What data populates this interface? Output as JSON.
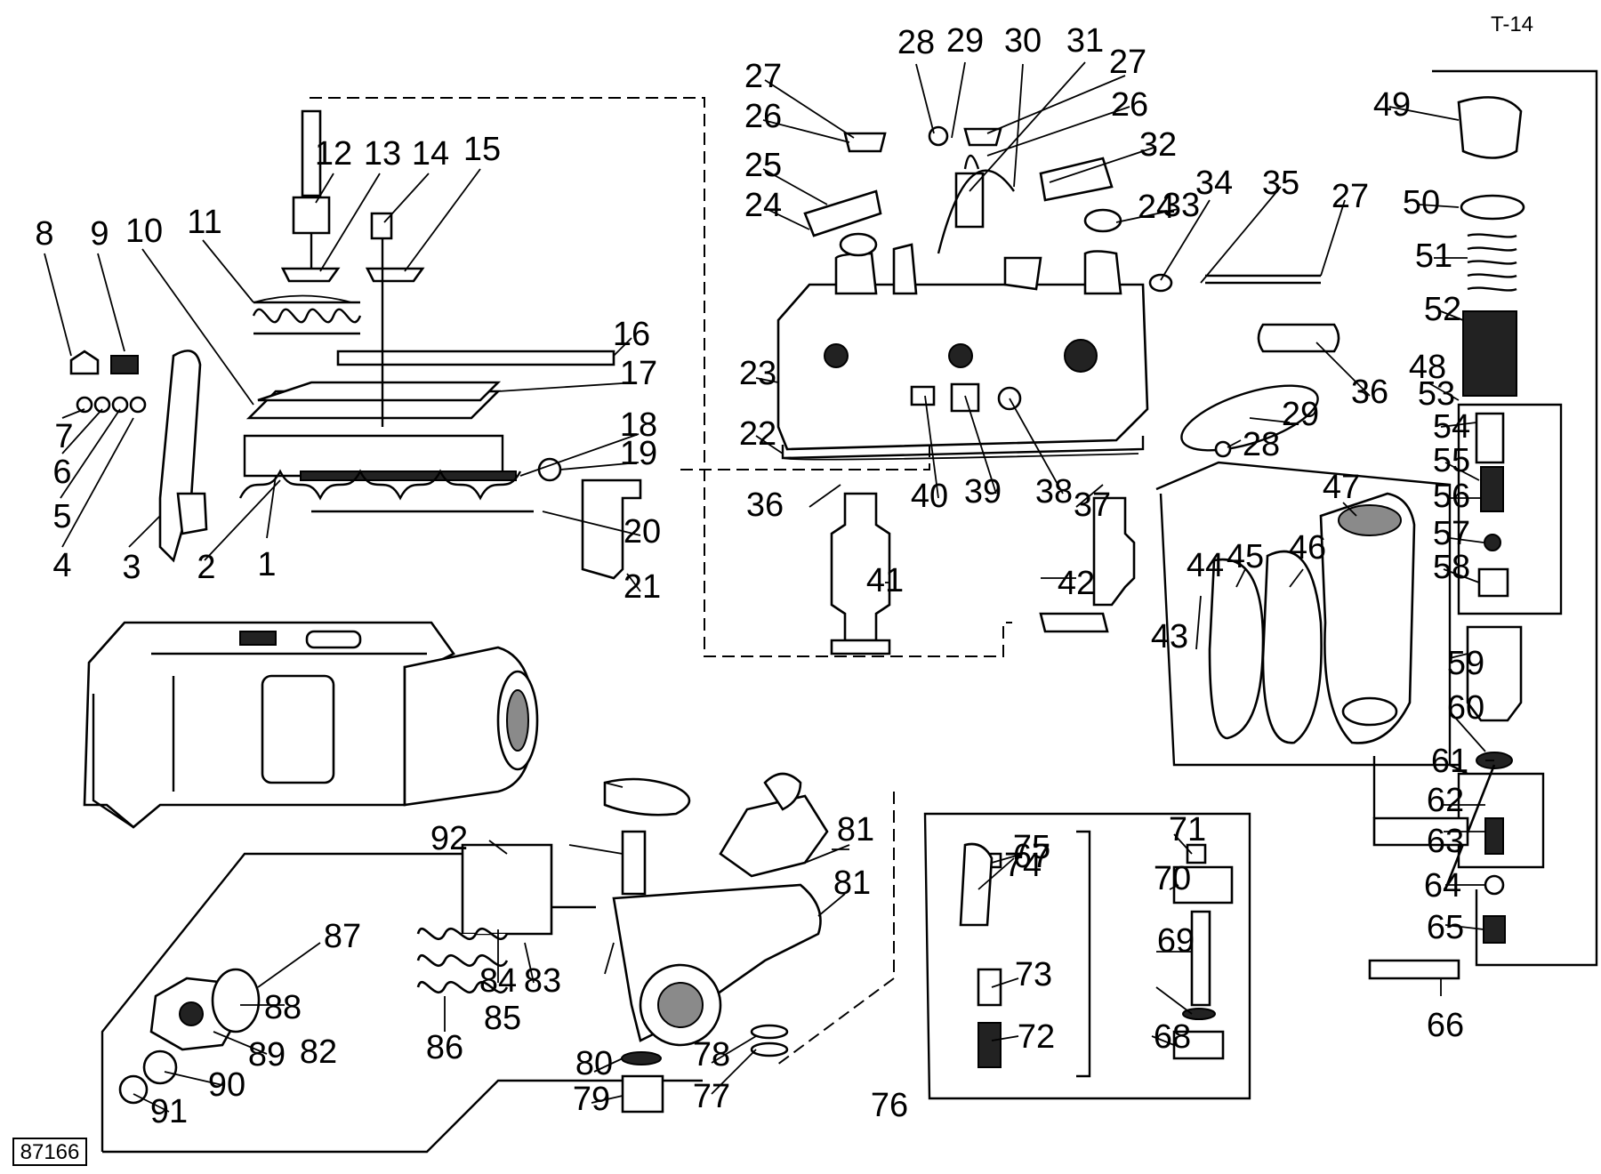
{
  "header": {
    "code": "T-14"
  },
  "footer": {
    "code": "87166"
  },
  "callouts": [
    "1",
    "2",
    "3",
    "4",
    "5",
    "6",
    "7",
    "8",
    "9",
    "10",
    "11",
    "12",
    "13",
    "14",
    "15",
    "16",
    "17",
    "18",
    "19",
    "20",
    "21",
    "22",
    "23",
    "24",
    "24",
    "25",
    "26",
    "26",
    "27",
    "27",
    "27",
    "28",
    "28",
    "29",
    "29",
    "30",
    "31",
    "32",
    "33",
    "34",
    "35",
    "36",
    "36",
    "37",
    "38",
    "39",
    "40",
    "41",
    "42",
    "43",
    "44",
    "45",
    "46",
    "47",
    "48",
    "49",
    "50",
    "51",
    "52",
    "53",
    "54",
    "55",
    "56",
    "57",
    "58",
    "59",
    "60",
    "61",
    "62",
    "63",
    "64",
    "65",
    "66",
    "67",
    "68",
    "69",
    "70",
    "71",
    "72",
    "73",
    "74",
    "75",
    "76",
    "77",
    "78",
    "79",
    "80",
    "81",
    "81",
    "82",
    "83",
    "84",
    "85",
    "86",
    "87",
    "88",
    "89",
    "90",
    "91",
    "92"
  ]
}
